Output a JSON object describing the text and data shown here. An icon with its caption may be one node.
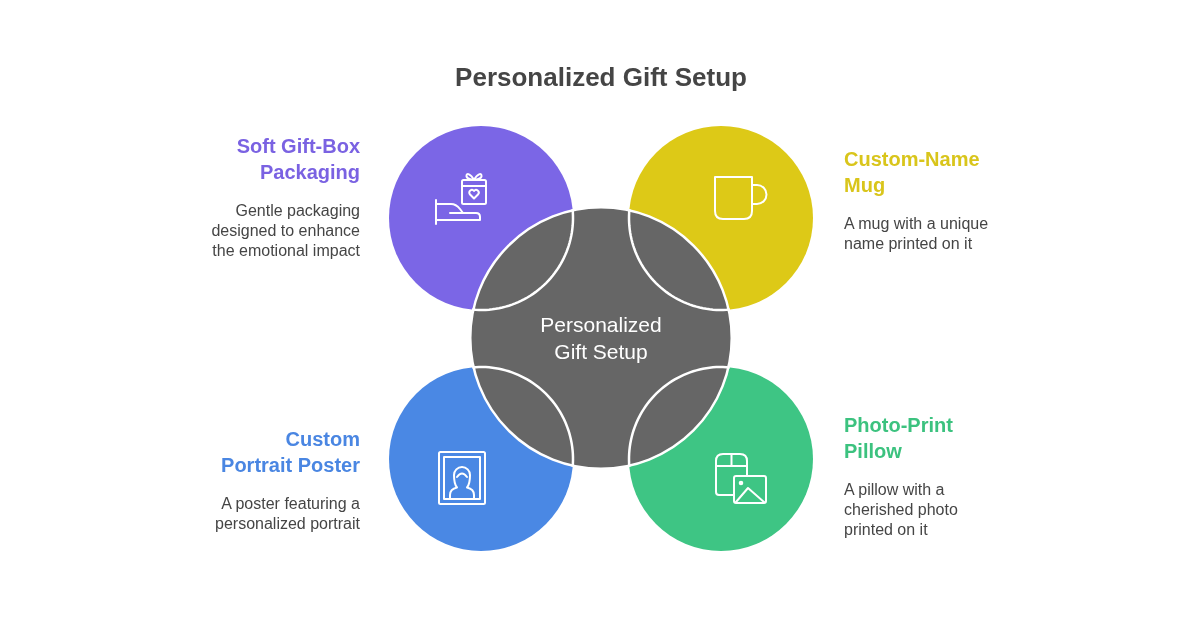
{
  "diagram": {
    "title": "Personalized Gift Setup",
    "nodes": [
      {
        "text": [
          "Soft Gift-Box Packaging",
          "Gentle packaging designed to enhance the emotional impact"
        ]
      },
      {
        "text": [
          "Custom-Name Mug",
          "A mug with a unique name printed on it"
        ]
      },
      {
        "text": [
          "Personalized Gift Setup"
        ]
      },
      {
        "text": [
          "Custom Portrait Poster",
          "A poster featuring a personalized portrait"
        ]
      },
      {
        "text": [
          "Photo-Print Pillow",
          "A pillow with a cherished photo printed on it"
        ]
      }
    ]
  }
}
